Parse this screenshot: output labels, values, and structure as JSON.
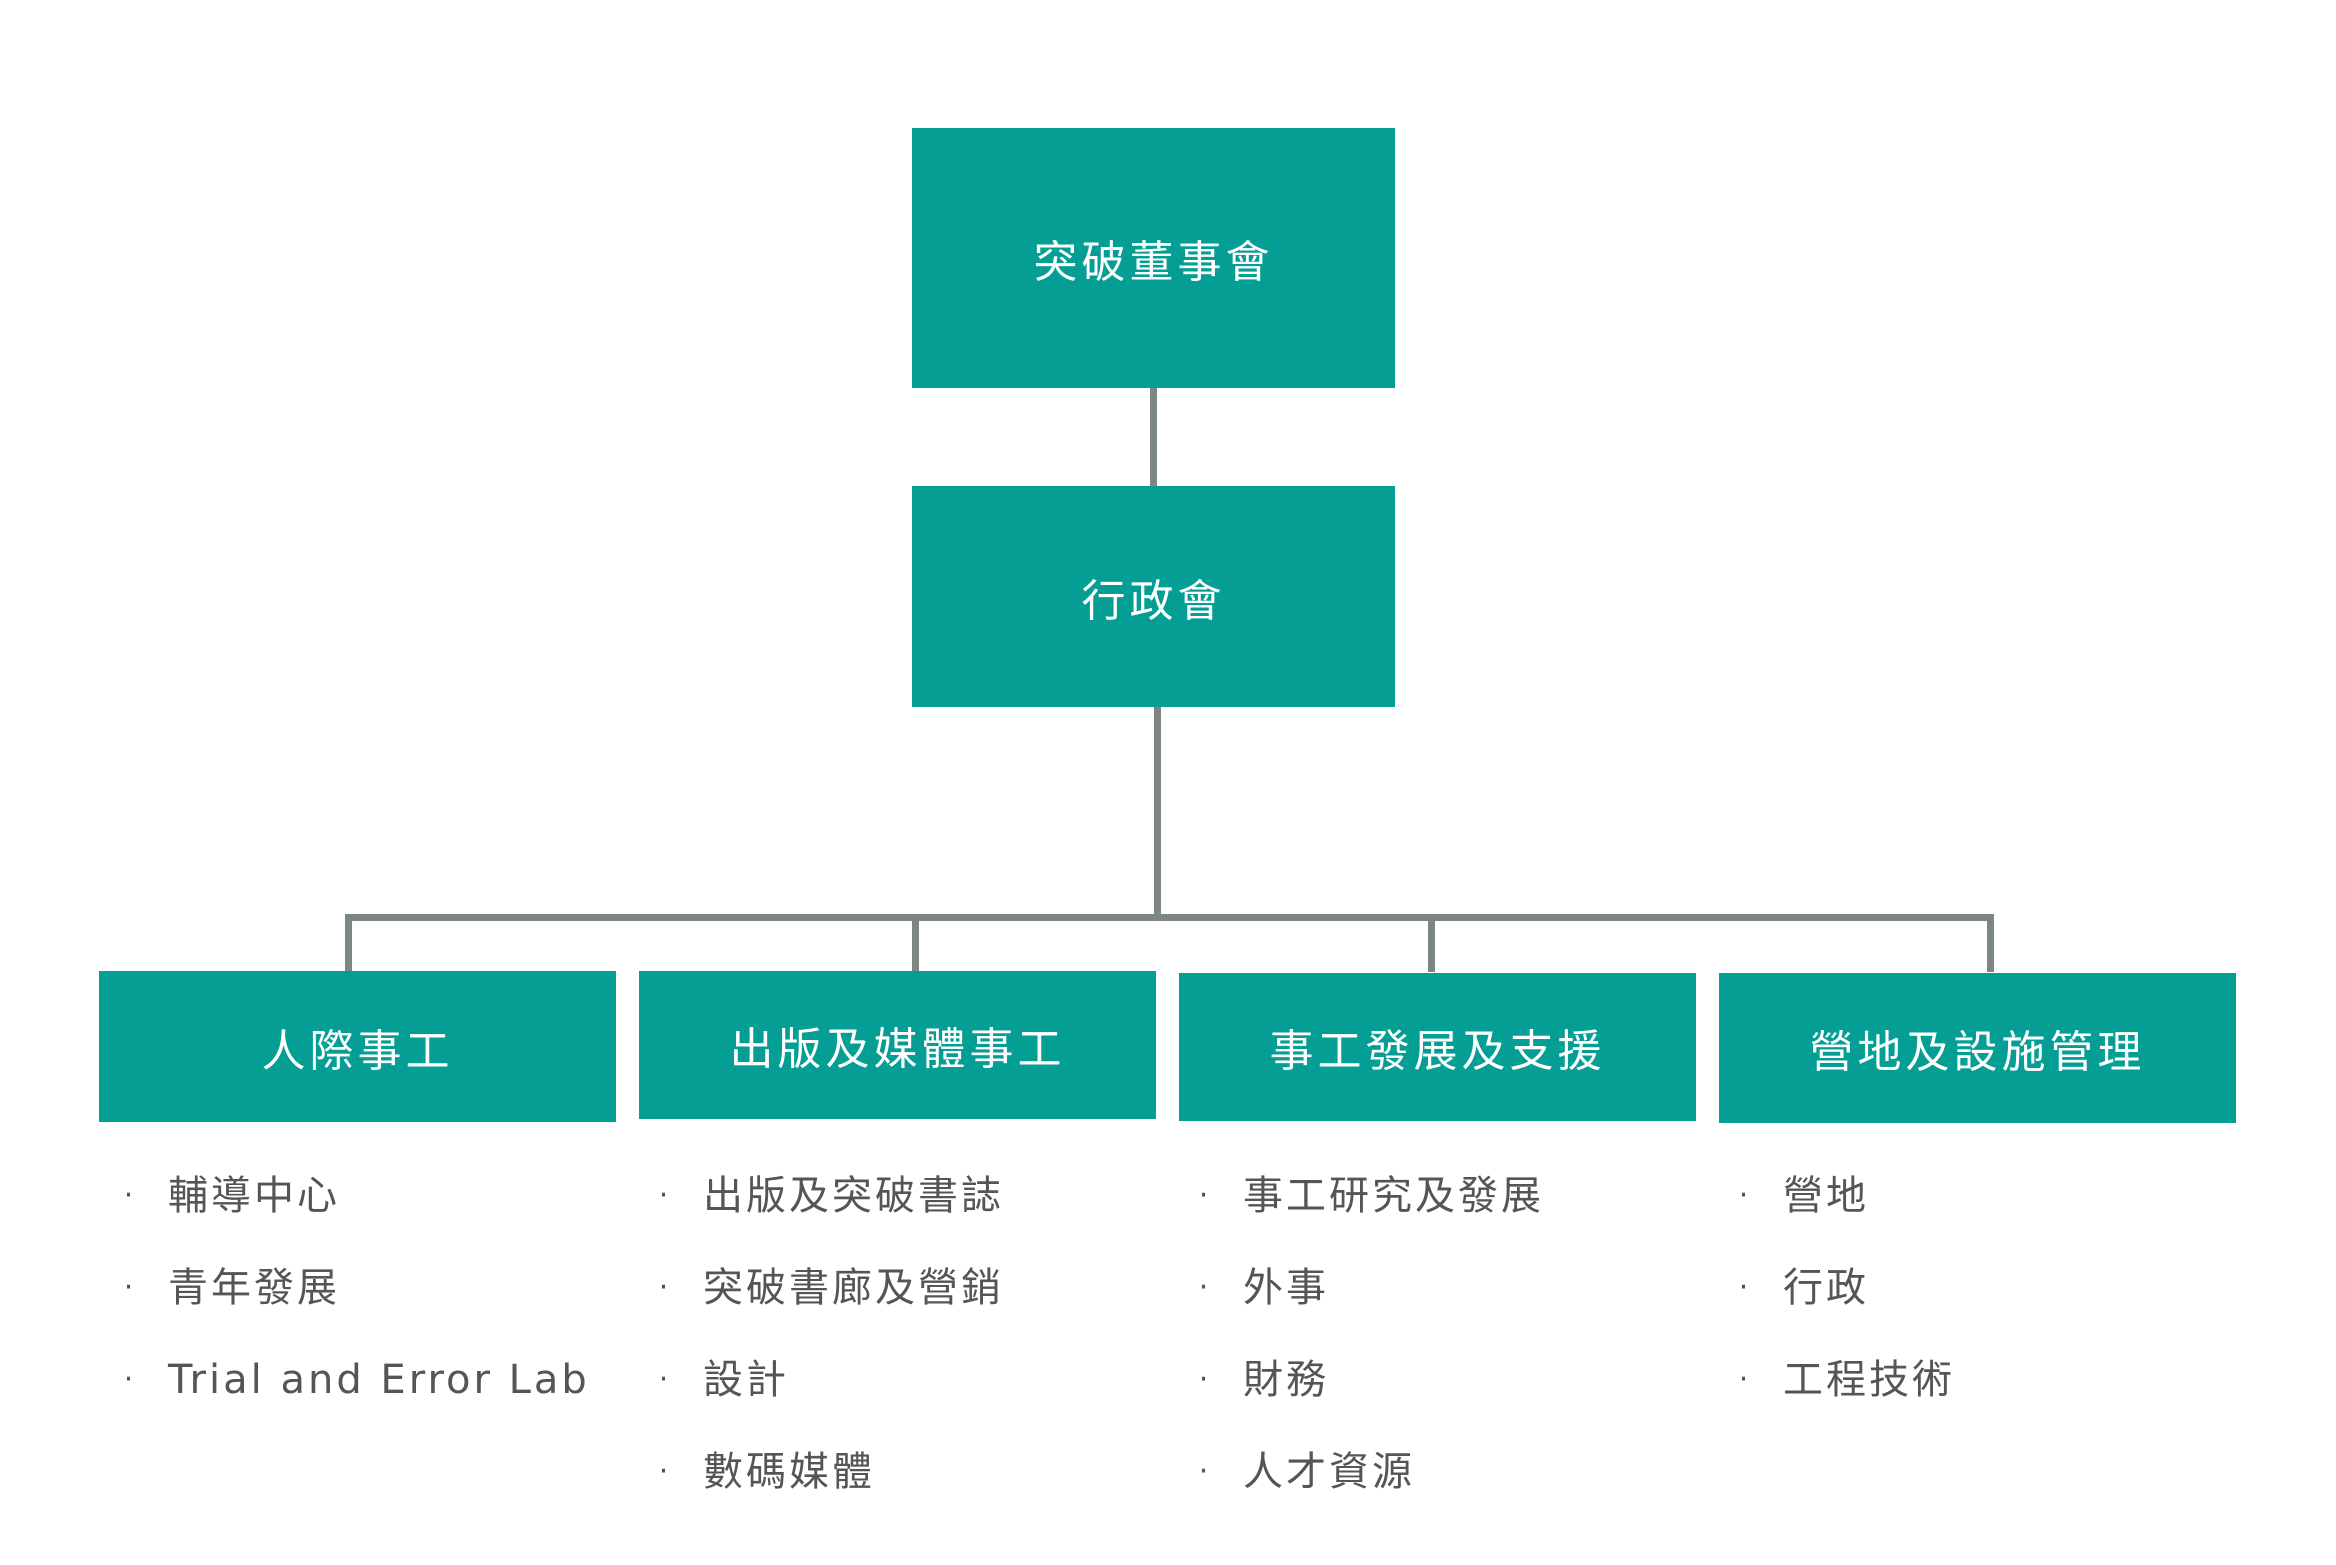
{
  "board": "突破董事會",
  "executive": "行政會",
  "departments": [
    {
      "title": "人際事工",
      "items": [
        "輔導中心",
        "青年發展",
        "Trial and Error Lab"
      ]
    },
    {
      "title": "出版及媒體事工",
      "items": [
        "出版及突破書誌",
        "突破書廊及營銷",
        "設計",
        "數碼媒體"
      ]
    },
    {
      "title": "事工發展及支援",
      "items": [
        "事工研究及發展",
        "外事",
        "財務",
        "人才資源"
      ]
    },
    {
      "title": "營地及設施管理",
      "items": [
        "營地",
        "行政",
        "工程技術"
      ]
    }
  ],
  "bullet": "·",
  "colors": {
    "box": "#049e94",
    "connector": "#7b8685",
    "item_text": "#555555"
  }
}
